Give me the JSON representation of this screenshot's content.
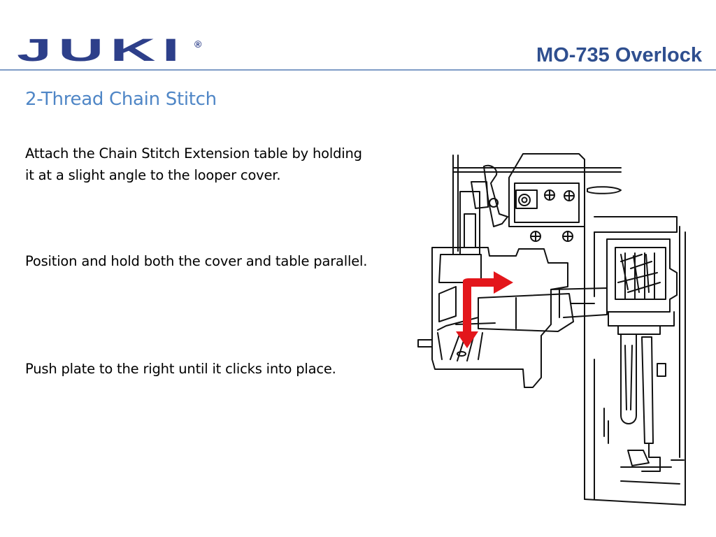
{
  "header": {
    "logo_text": "JUKI",
    "logo_mark": "®",
    "product_title": "MO-735 Overlock"
  },
  "section": {
    "title": "2-Thread Chain Stitch"
  },
  "steps": [
    {
      "text": "Attach the Chain Stitch Extension table by holding it at a slight angle to the looper cover."
    },
    {
      "text": "Position and hold both the cover and table parallel."
    },
    {
      "text": "Push plate to the right until it clicks into place."
    }
  ],
  "illustration": {
    "subject": "overlock-looper-cover-with-chain-stitch-extension-table",
    "arrow_color": "#e3161b",
    "line_color": "#111111"
  },
  "colors": {
    "brand_blue": "#2d3f8a",
    "title_blue": "#2f4f8f",
    "section_blue": "#4f86c6",
    "rule_blue": "#7f9cc6"
  }
}
